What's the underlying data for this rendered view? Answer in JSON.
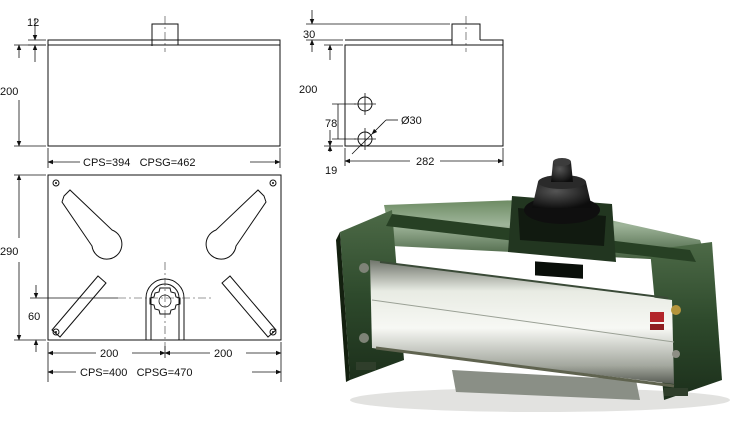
{
  "front_view": {
    "dim_top_plate": "12",
    "dim_height": "200",
    "dim_width": "CPS=394   CPSG=462"
  },
  "side_view": {
    "dim_top_plate": "30",
    "dim_height": "200",
    "dim_hole_spacing": "78",
    "dim_hole_diameter": "Ø30",
    "dim_bottom_offset": "19",
    "dim_width": "282"
  },
  "plan_view": {
    "dim_depth": "290",
    "dim_shaft_offset": "60",
    "dim_left_half": "200",
    "dim_right_half": "200",
    "dim_width": "CPS=400   CPSG=470"
  },
  "colors": {
    "body_green": "#2e4a2c",
    "roller_grey": "#c9ccc4",
    "cap_black": "#1b1b1b"
  }
}
